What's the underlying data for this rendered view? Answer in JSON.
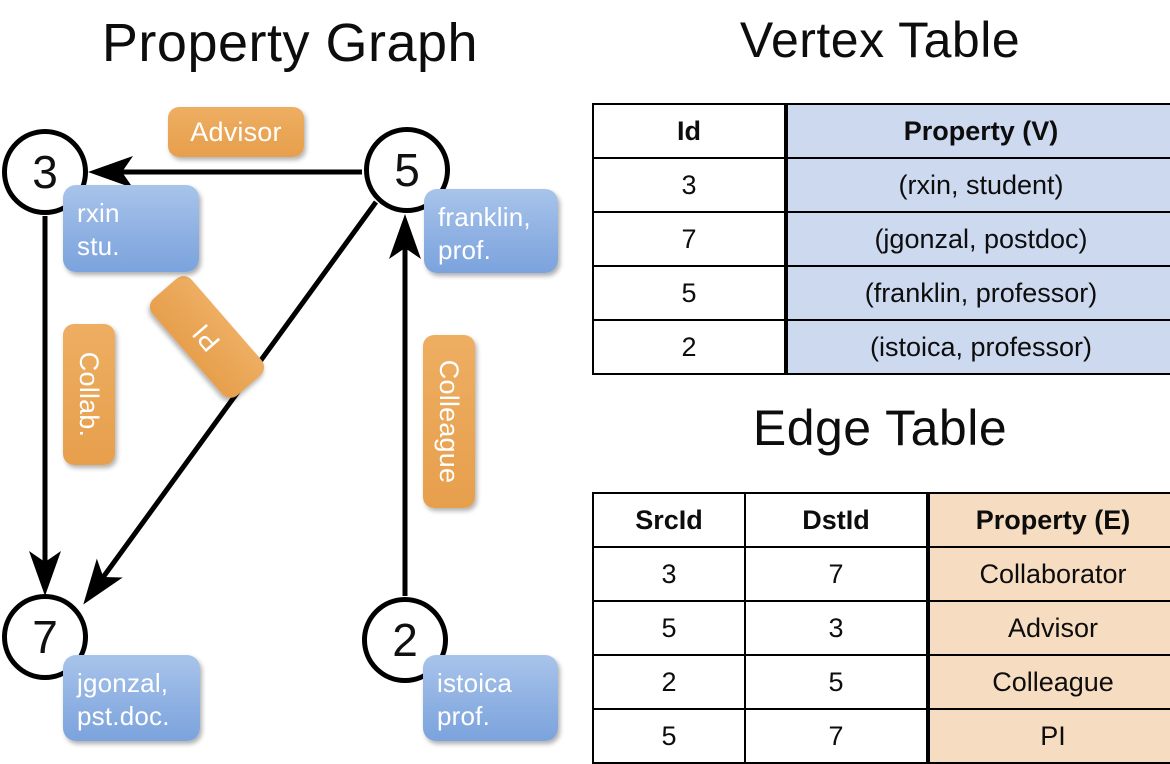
{
  "titles": {
    "property_graph": "Property Graph",
    "vertex_table": "Vertex Table",
    "edge_table": "Edge Table"
  },
  "graph": {
    "nodes": [
      {
        "id": "3",
        "label": "3",
        "property": "rxin\nstu."
      },
      {
        "id": "5",
        "label": "5",
        "property": "franklin,\nprof."
      },
      {
        "id": "7",
        "label": "7",
        "property": "jgonzal,\npst.doc."
      },
      {
        "id": "2",
        "label": "2",
        "property": "istoica\nprof."
      }
    ],
    "node_properties": {
      "rxin_line1": "rxin",
      "rxin_line2": "stu.",
      "franklin_line1": "franklin,",
      "franklin_line2": "prof.",
      "jgonzal_line1": "jgonzal,",
      "jgonzal_line2": "pst.doc.",
      "istoica_line1": "istoica",
      "istoica_line2": "prof."
    },
    "edge_labels": {
      "advisor": "Advisor",
      "collab": "Collab.",
      "pi": "PI",
      "colleague": "Colleague"
    },
    "edges": [
      {
        "src": "5",
        "dst": "3",
        "label": "Advisor"
      },
      {
        "src": "3",
        "dst": "7",
        "label": "Collab."
      },
      {
        "src": "5",
        "dst": "7",
        "label": "PI"
      },
      {
        "src": "2",
        "dst": "5",
        "label": "Colleague"
      }
    ]
  },
  "vertex_table": {
    "headers": [
      "Id",
      "Property (V)"
    ],
    "rows": [
      {
        "id": "3",
        "property": "(rxin, student)"
      },
      {
        "id": "7",
        "property": "(jgonzal, postdoc)"
      },
      {
        "id": "5",
        "property": "(franklin, professor)"
      },
      {
        "id": "2",
        "property": "(istoica, professor)"
      }
    ]
  },
  "edge_table": {
    "headers": [
      "SrcId",
      "DstId",
      "Property (E)"
    ],
    "rows": [
      {
        "src": "3",
        "dst": "7",
        "property": "Collaborator"
      },
      {
        "src": "5",
        "dst": "3",
        "property": "Advisor"
      },
      {
        "src": "2",
        "dst": "5",
        "property": "Colleague"
      },
      {
        "src": "5",
        "dst": "7",
        "property": "PI"
      }
    ]
  },
  "colors": {
    "vertex_property_fill": "#ccd9ef",
    "edge_property_fill": "#f6dcc0",
    "node_box_blue": "#7ba3dd",
    "edge_label_orange": "#eaa758",
    "stroke": "#000000",
    "background": "#ffffff"
  }
}
